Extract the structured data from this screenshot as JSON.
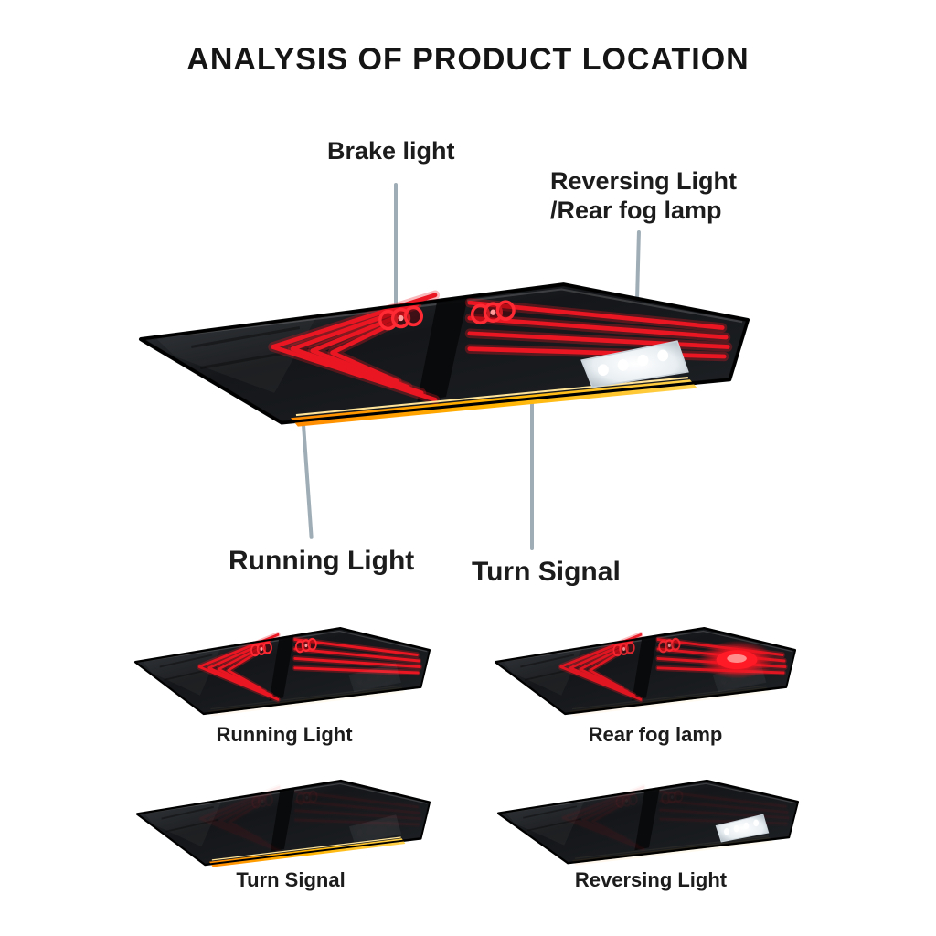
{
  "title": "ANALYSIS OF PRODUCT LOCATION",
  "callouts": {
    "brake": {
      "label": "Brake light"
    },
    "reversing_fog": {
      "line1": "Reversing Light",
      "line2": "/Rear fog lamp"
    },
    "running": {
      "label": "Running Light"
    },
    "turn": {
      "label": "Turn Signal"
    }
  },
  "thumbnails": [
    {
      "label": "Running Light"
    },
    {
      "label": "Rear fog lamp"
    },
    {
      "label": "Turn Signal"
    },
    {
      "label": "Reversing Light"
    }
  ],
  "colors": {
    "background": "#ffffff",
    "text": "#1a1a1a",
    "callout_line": "#9fadb6",
    "led_red": "#ea1622",
    "turn_amber": "#ffb300",
    "reverse_white": "#e8eef2"
  }
}
